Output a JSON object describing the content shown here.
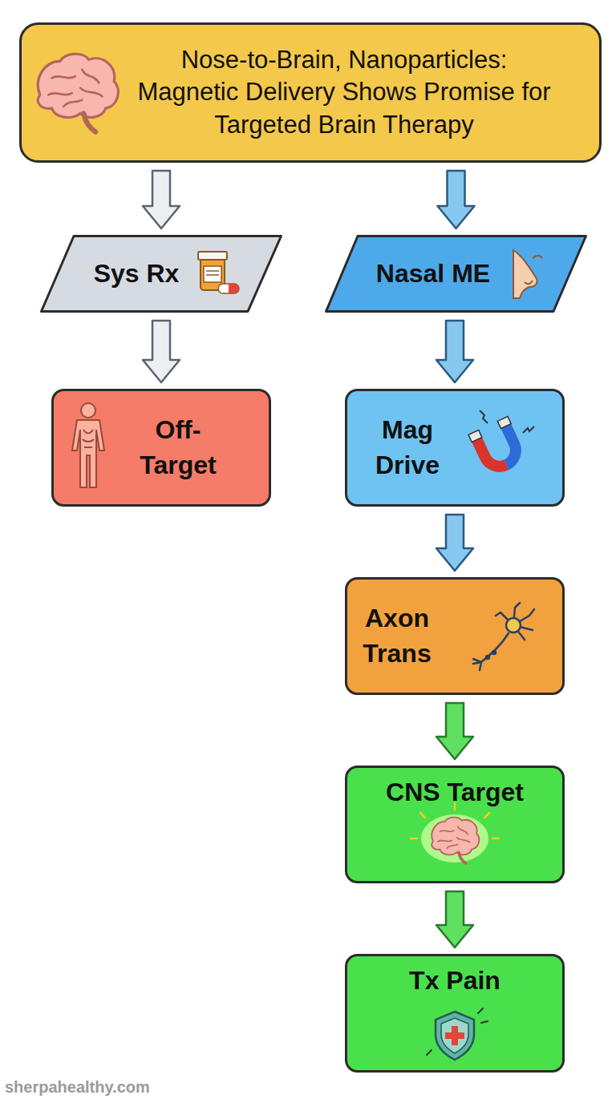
{
  "diagram": {
    "nodes": [
      {
        "text": [
          "Nose-to-Brain, Nanoparticles: Magnetic Delivery Shows Promise for Targeted Brain Therapy"
        ]
      },
      {
        "text": [
          "Sys Rx"
        ]
      },
      {
        "text": [
          "Nasal ME"
        ]
      },
      {
        "text": [
          "Off-Target"
        ]
      },
      {
        "text": [
          "Mag Drive"
        ]
      },
      {
        "text": [
          "Axon Trans"
        ]
      },
      {
        "text": [
          "CNS Target"
        ]
      },
      {
        "text": [
          "Tx Pain"
        ]
      }
    ],
    "edges": [
      {
        "from": 0,
        "to": 1,
        "arrow": "to"
      },
      {
        "from": 0,
        "to": 2,
        "arrow": "to"
      },
      {
        "from": 1,
        "to": 3,
        "arrow": "to"
      },
      {
        "from": 2,
        "to": 4,
        "arrow": "to"
      },
      {
        "from": 4,
        "to": 5,
        "arrow": "to"
      },
      {
        "from": 5,
        "to": 6,
        "arrow": "to"
      },
      {
        "from": 6,
        "to": 7,
        "arrow": "to"
      }
    ],
    "labels": [
      "sherpahealthy.com"
    ]
  }
}
